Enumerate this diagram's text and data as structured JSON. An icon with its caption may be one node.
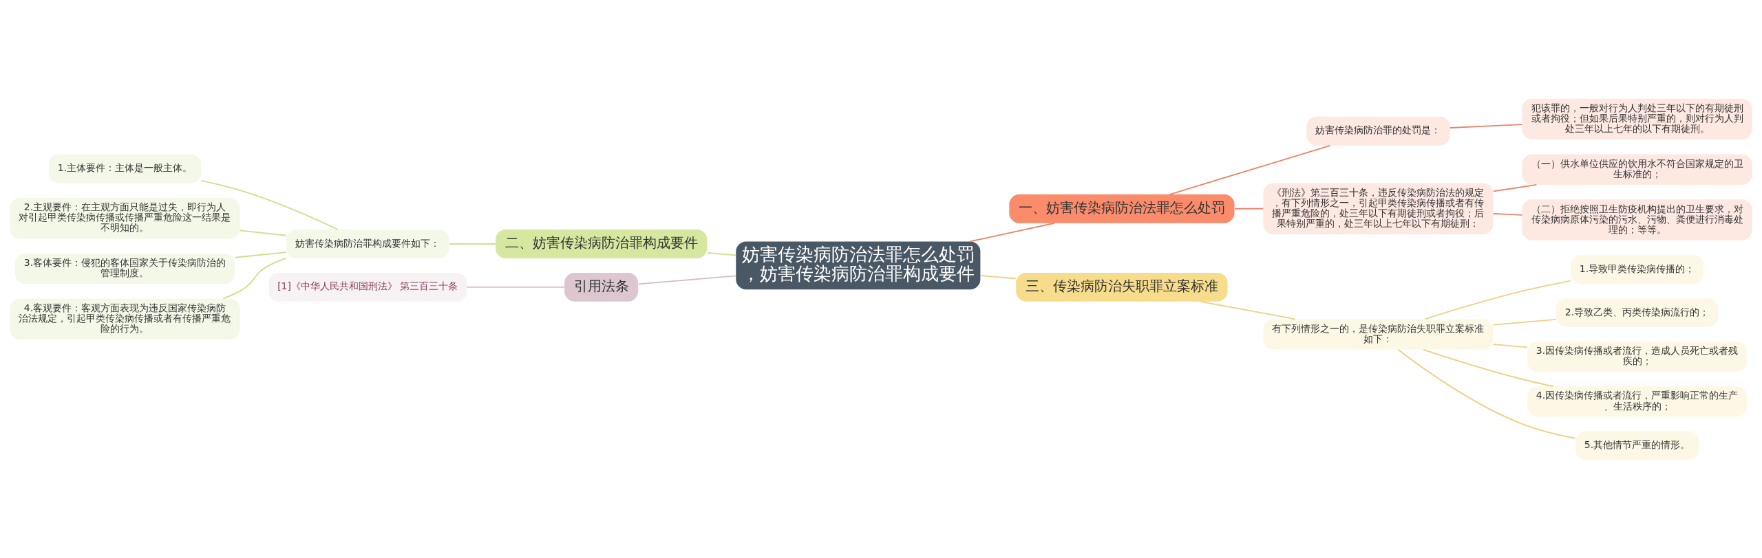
{
  "diagram": {
    "nodes": [
      {
        "text": [
          "妨害传染病防治法罪怎么处罚，妨害传染病防治罪构成要件"
        ]
      },
      {
        "text": [
          "一、妨害传染病防治法罪怎么处罚"
        ]
      },
      {
        "text": [
          "妨害传染病防治罪的处罚是："
        ]
      },
      {
        "text": [
          "犯该罪的，一般对行为人判处三年以下的有期徒刑或者拘役；但如果后果特别严重的，则对行为人判处三年以上七年的以下有期徒刑。"
        ]
      },
      {
        "text": [
          "《刑法》第三百三十条，违反传染病防治法的规定，有下列情形之一，引起甲类传染病传播或者有传播严重危险的，处三年以下有期徒刑或者拘役；后果特别严重的，处三年以上七年以下有期徒刑："
        ]
      },
      {
        "text": [
          "（一）供水单位供应的饮用水不符合国家规定的卫生标准的；"
        ]
      },
      {
        "text": [
          "（二）拒绝按照卫生防疫机构提出的卫生要求，对传染病病原体污染的污水、污物、粪便进行消毒处理的；等等。"
        ]
      },
      {
        "text": [
          "三、传染病防治失职罪立案标准"
        ]
      },
      {
        "text": [
          "有下列情形之一的，是传染病防治失职罪立案标准如下："
        ]
      },
      {
        "text": [
          "1.导致甲类传染病传播的；"
        ]
      },
      {
        "text": [
          "2.导致乙类、丙类传染病流行的；"
        ]
      },
      {
        "text": [
          "3.因传染病传播或者流行，造成人员死亡或者残疾的；"
        ]
      },
      {
        "text": [
          "4.因传染病传播或者流行，严重影响正常的生产、生活秩序的；"
        ]
      },
      {
        "text": [
          "5.其他情节严重的情形。"
        ]
      },
      {
        "text": [
          "二、妨害传染病防治罪构成要件"
        ]
      },
      {
        "text": [
          "妨害传染病防治罪构成要件如下："
        ]
      },
      {
        "text": [
          "1.主体要件：主体是一般主体。"
        ]
      },
      {
        "text": [
          "2.主观要件：在主观方面只能是过失，即行为人对引起甲类传染病传播或传播严重危险这一结果是不明知的。"
        ]
      },
      {
        "text": [
          "3.客体要件：侵犯的客体国家关于传染病防治的管理制度。"
        ]
      },
      {
        "text": [
          "4.客观要件：客观方面表现为违反国家传染病防治法规定，引起甲类传染病传播或者有传播严重危险的行为。"
        ]
      },
      {
        "text": [
          "引用法条"
        ]
      },
      {
        "text": [
          "[1]《中华人民共和国刑法》 第三百三十条"
        ]
      }
    ],
    "edges": [
      {
        "from": 0,
        "to": 1,
        "arrow": "none",
        "color": "#e8866a"
      },
      {
        "from": 1,
        "to": 2,
        "arrow": "none",
        "color": "#e8866a"
      },
      {
        "from": 2,
        "to": 3,
        "arrow": "none",
        "color": "#e8866a"
      },
      {
        "from": 1,
        "to": 4,
        "arrow": "none",
        "color": "#e8866a"
      },
      {
        "from": 4,
        "to": 5,
        "arrow": "none",
        "color": "#e8866a"
      },
      {
        "from": 4,
        "to": 6,
        "arrow": "none",
        "color": "#e8866a"
      },
      {
        "from": 0,
        "to": 7,
        "arrow": "none"
      },
      {
        "from": 7,
        "to": 8,
        "arrow": "none"
      },
      {
        "from": 8,
        "to": 9,
        "arrow": "none"
      },
      {
        "from": 8,
        "to": 10,
        "arrow": "none"
      },
      {
        "from": 8,
        "to": 11,
        "arrow": "none"
      },
      {
        "from": 8,
        "to": 12,
        "arrow": "none"
      },
      {
        "from": 8,
        "to": 13,
        "arrow": "none"
      },
      {
        "from": 0,
        "to": 14,
        "arrow": "none",
        "color": "#cde08a"
      },
      {
        "from": 14,
        "to": 15,
        "arrow": "none",
        "color": "#cde08a"
      },
      {
        "from": 15,
        "to": 16,
        "arrow": "none",
        "color": "#cde08a"
      },
      {
        "from": 15,
        "to": 17,
        "arrow": "none",
        "color": "#cde08a"
      },
      {
        "from": 15,
        "to": 18,
        "arrow": "none",
        "color": "#cde08a"
      },
      {
        "from": 15,
        "to": 19,
        "arrow": "none",
        "color": "#cde08a"
      },
      {
        "from": 0,
        "to": 20,
        "arrow": "none",
        "color": "#d8bcc8"
      },
      {
        "from": 20,
        "to": 21,
        "arrow": "none",
        "color": "#d8bcc8"
      }
    ]
  }
}
